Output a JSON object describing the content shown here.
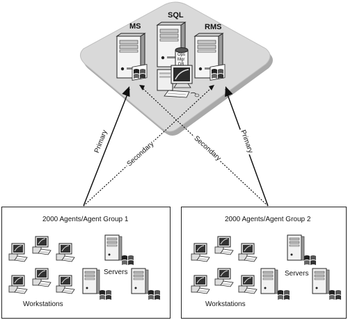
{
  "management_group": {
    "servers": {
      "ms": "MS",
      "sql": "SQL",
      "rms": "RMS"
    },
    "db_label": [
      "Ops",
      "Mgr",
      "DB"
    ]
  },
  "connections": {
    "primary_left": "Primary",
    "primary_right": "Primary",
    "secondary_left": "Secondary",
    "secondary_right": "Secondary"
  },
  "groups": [
    {
      "title": "2000 Agents/Agent Group 1",
      "servers_label": "Servers",
      "workstations_label": "Workstations"
    },
    {
      "title": "2000 Agents/Agent Group 2",
      "servers_label": "Servers",
      "workstations_label": "Workstations"
    }
  ],
  "icons": {
    "server": "server-tower-icon",
    "workstation": "workstation-icon",
    "console": "console-workstation-icon",
    "database": "database-icon",
    "windows": "windows-flag-icon"
  },
  "colors": {
    "platform": "#d9d9d9",
    "platform_shadow": "#a9a9a9",
    "server_body": "#f2f2f2",
    "ink": "#111111"
  }
}
